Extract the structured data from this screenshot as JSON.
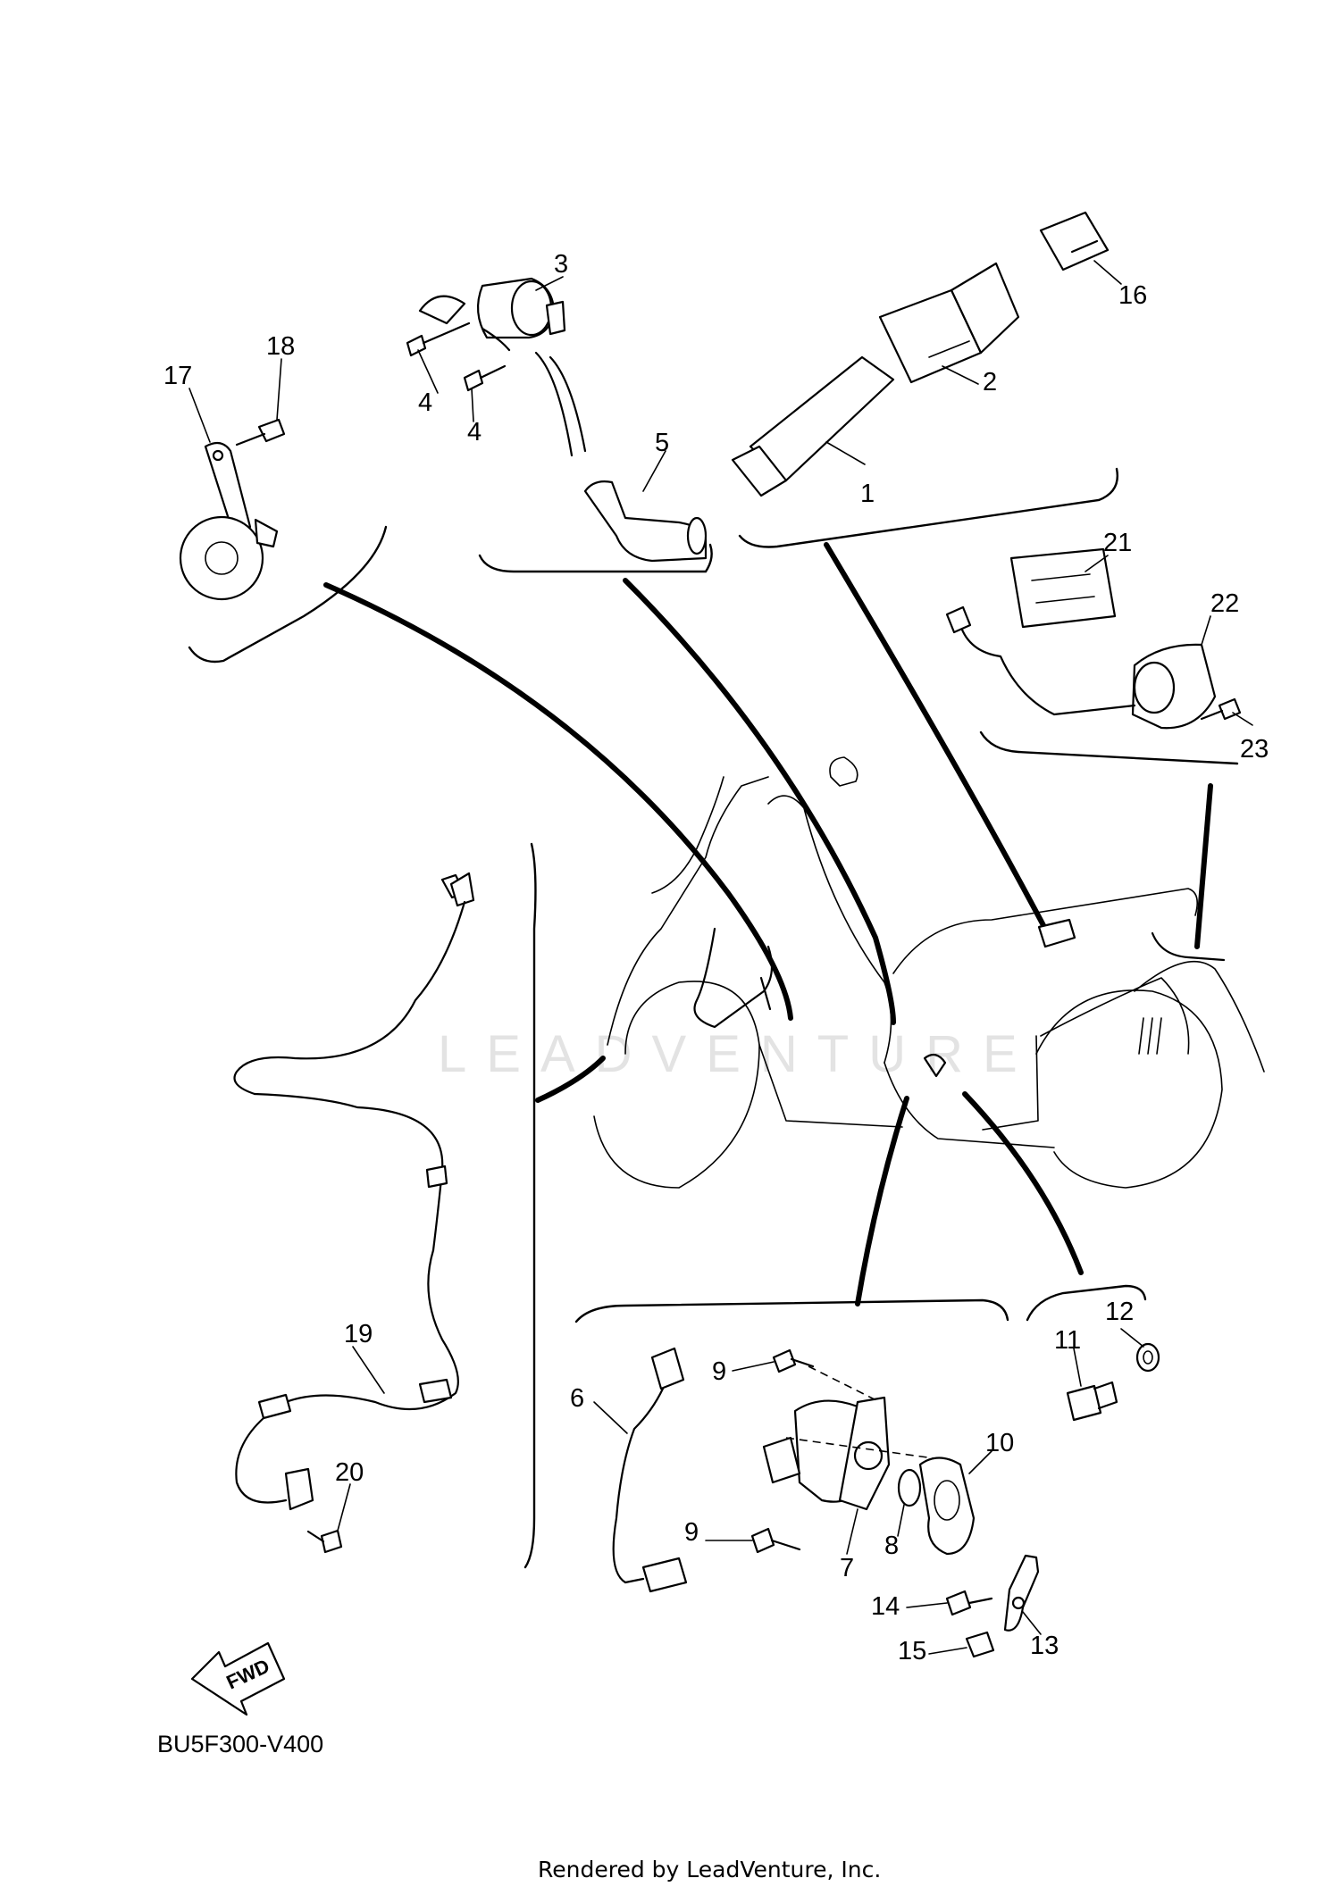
{
  "diagram": {
    "watermark": "LEADVENTURE",
    "code": "BU5F300-V400",
    "fwd_label": "FWD",
    "footer": "Rendered by LeadVenture, Inc.",
    "callouts": [
      {
        "id": "c1",
        "label": "1"
      },
      {
        "id": "c2",
        "label": "2"
      },
      {
        "id": "c3",
        "label": "3"
      },
      {
        "id": "c4a",
        "label": "4"
      },
      {
        "id": "c4b",
        "label": "4"
      },
      {
        "id": "c5",
        "label": "5"
      },
      {
        "id": "c6",
        "label": "6"
      },
      {
        "id": "c7",
        "label": "7"
      },
      {
        "id": "c8",
        "label": "8"
      },
      {
        "id": "c9a",
        "label": "9"
      },
      {
        "id": "c9b",
        "label": "9"
      },
      {
        "id": "c10",
        "label": "10"
      },
      {
        "id": "c11",
        "label": "11"
      },
      {
        "id": "c12",
        "label": "12"
      },
      {
        "id": "c13",
        "label": "13"
      },
      {
        "id": "c14",
        "label": "14"
      },
      {
        "id": "c15",
        "label": "15"
      },
      {
        "id": "c16",
        "label": "16"
      },
      {
        "id": "c17",
        "label": "17"
      },
      {
        "id": "c18",
        "label": "18"
      },
      {
        "id": "c19",
        "label": "19"
      },
      {
        "id": "c20",
        "label": "20"
      },
      {
        "id": "c21",
        "label": "21"
      },
      {
        "id": "c22",
        "label": "22"
      },
      {
        "id": "c23",
        "label": "23"
      }
    ]
  }
}
